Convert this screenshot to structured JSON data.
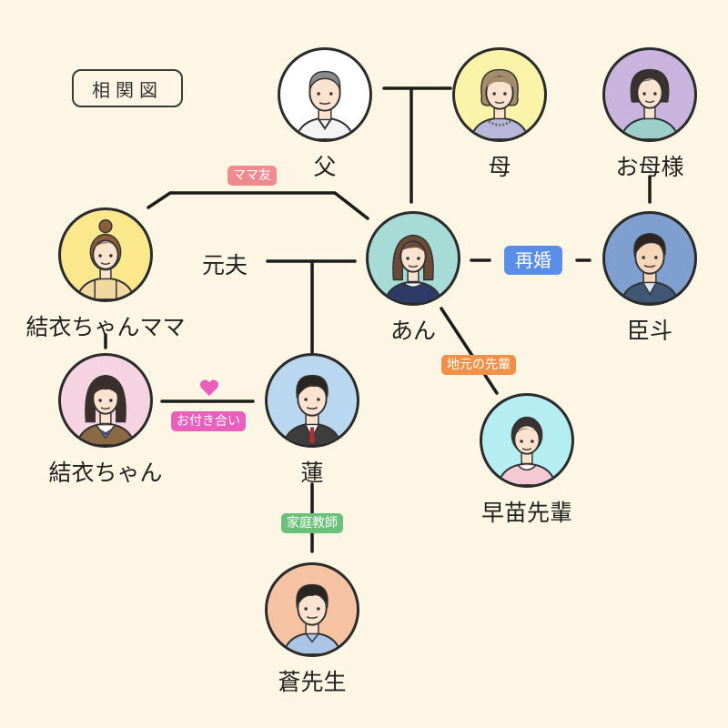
{
  "diagram": {
    "title": "相関図",
    "people": {
      "father": "父",
      "mother": "母",
      "okasama": "お母様",
      "an": "あん",
      "omi": "臣斗",
      "yui_mama": "結衣ちゃんママ",
      "yui": "結衣ちゃん",
      "ren": "蓮",
      "sanae": "早苗先輩",
      "ao": "蒼先生"
    },
    "labels": {
      "mama_tomo": "ママ友",
      "moto_otto": "元夫",
      "saikon": "再婚",
      "jimoto_senpai": "地元の先輩",
      "otsukiai": "お付き合い",
      "katei_kyoushi": "家庭教師"
    },
    "colors": {
      "background": "#fdf6e4",
      "line": "#1c1c1c",
      "tag_pink": "#f08a8f",
      "tag_blue": "#5a8ee8",
      "tag_orange": "#f0914a",
      "tag_magenta": "#ea5fbd",
      "tag_green": "#6cc17a",
      "heart": "#ea5fbd"
    }
  }
}
